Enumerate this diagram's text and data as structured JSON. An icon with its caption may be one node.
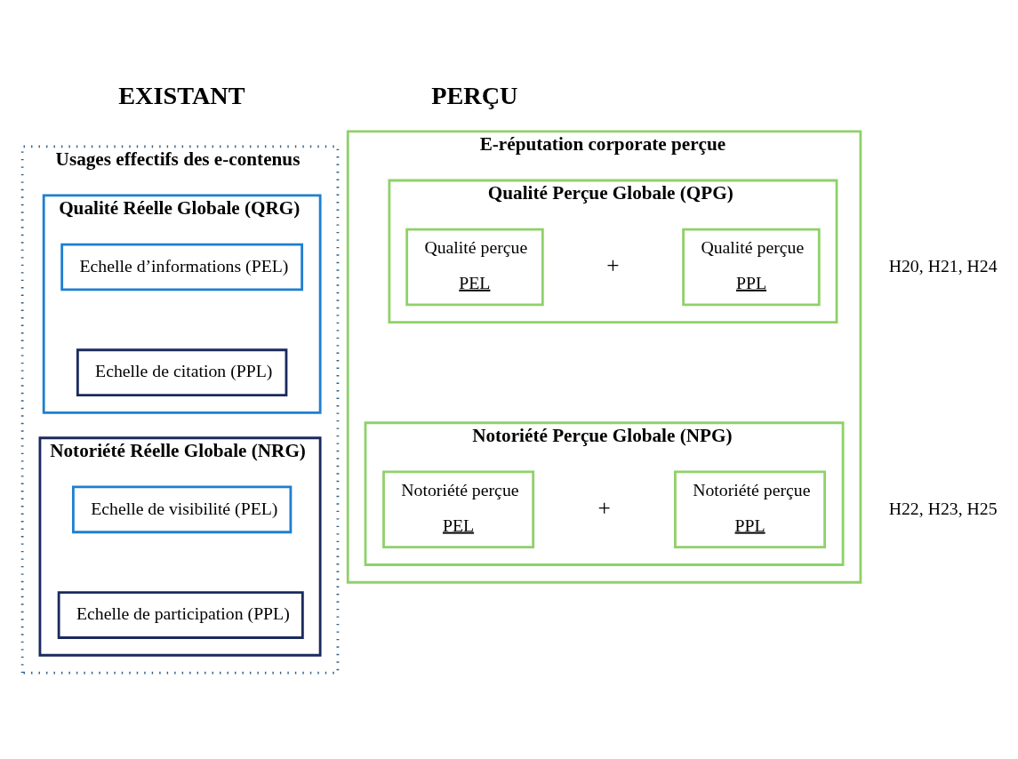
{
  "diagram": {
    "nodes": [
      {
        "text": [
          "Usages effectifs des e-contenus"
        ]
      },
      {
        "text": [
          "Qualité Réelle Globale (QRG)"
        ],
        "in": 0
      },
      {
        "text": [
          "Echelle d’informations (PEL)"
        ],
        "in": 1
      },
      {
        "text": [
          "Echelle de citation (PPL)"
        ],
        "in": 1
      },
      {
        "text": [
          "Notoriété Réelle Globale (NRG)"
        ],
        "in": 0
      },
      {
        "text": [
          "Echelle de visibilité (PEL)"
        ],
        "in": 4
      },
      {
        "text": [
          "Echelle de participation (PPL)"
        ],
        "in": 4
      },
      {
        "text": [
          "E-réputation corporate perçue"
        ]
      },
      {
        "text": [
          "Qualité Perçue Globale (QPG)"
        ],
        "in": 7
      },
      {
        "text": [
          "Qualité perçue",
          "PEL"
        ],
        "in": 8
      },
      {
        "text": [
          "Qualité perçue",
          "PPL"
        ],
        "in": 8
      },
      {
        "text": [
          "Notoriété Perçue Globale (NPG)"
        ],
        "in": 7
      },
      {
        "text": [
          "Notoriété perçue",
          "PEL"
        ],
        "in": 11
      },
      {
        "text": [
          "Notoriété perçue",
          "PPL"
        ],
        "in": 11
      }
    ],
    "labels": [
      "EXISTANT",
      "PERÇU",
      "H20, H21, H24",
      "+",
      "H22, H23, H25",
      "+"
    ]
  }
}
